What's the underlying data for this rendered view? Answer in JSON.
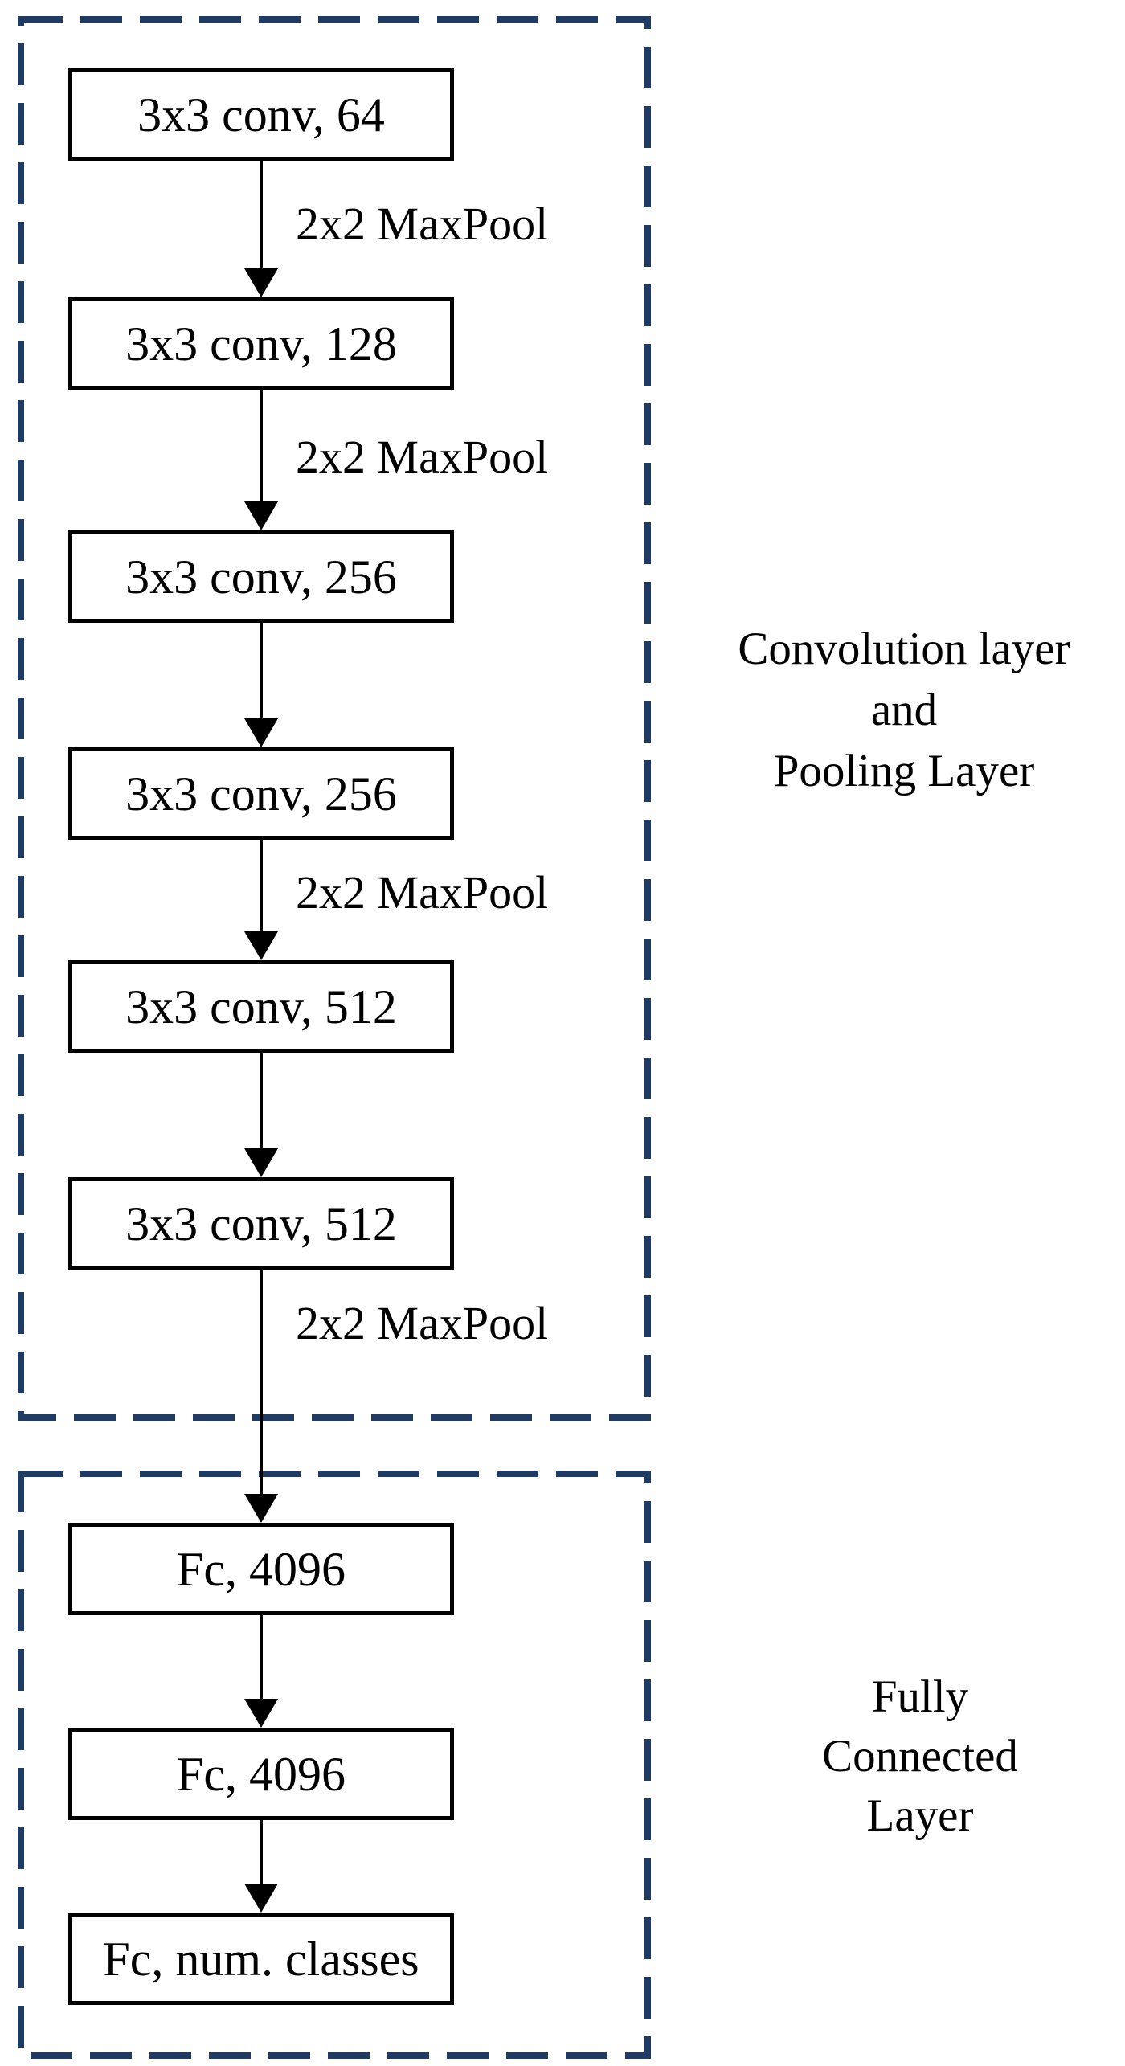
{
  "diagram": {
    "type": "flowchart",
    "description": "CNN architecture block diagram",
    "nodes": [
      {
        "label": "3x3 conv, 64"
      },
      {
        "label": "3x3 conv, 128"
      },
      {
        "label": "3x3 conv, 256"
      },
      {
        "label": "3x3 conv, 256"
      },
      {
        "label": "3x3 conv, 512"
      },
      {
        "label": "3x3 conv, 512"
      },
      {
        "label": "Fc, 4096"
      },
      {
        "label": "Fc, 4096"
      },
      {
        "label": "Fc, num. classes"
      }
    ],
    "maxpool_labels": [
      "2x2 MaxPool",
      "2x2 MaxPool",
      "2x2 MaxPool",
      "2x2 MaxPool"
    ],
    "section_labels": [
      {
        "text": "Convolution layer\nand\nPooling Layer"
      },
      {
        "text": "Fully\nConnected\nLayer"
      }
    ],
    "colors": {
      "group_border": "#1f3a63",
      "node_border": "#000000",
      "arrow": "#000000",
      "background": "#ffffff",
      "text": "#000000"
    }
  }
}
